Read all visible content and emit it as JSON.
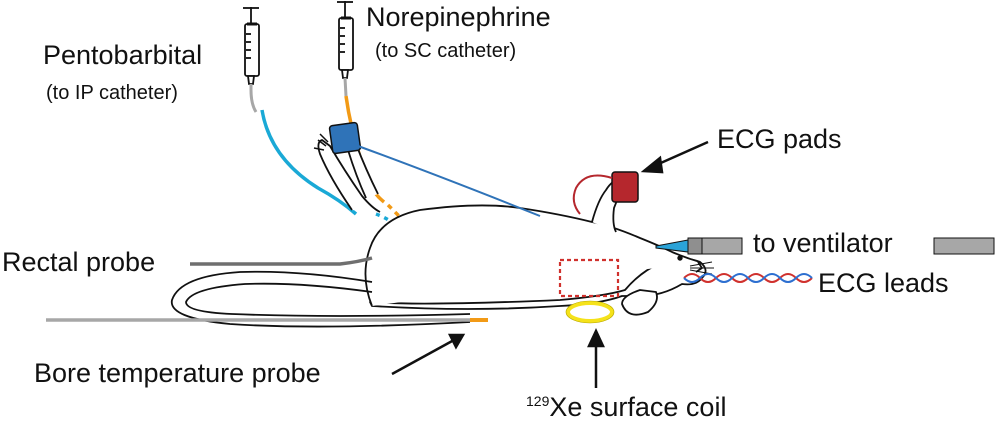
{
  "labels": {
    "pentobarbital": "Pentobarbital",
    "pentobarbital_sub": "(to IP catheter)",
    "norepinephrine": "Norepinephrine",
    "norepinephrine_sub": "(to SC catheter)",
    "ecg_pads": "ECG pads",
    "to_ventilator": "to ventilator",
    "ecg_leads": "ECG leads",
    "rectal_probe": "Rectal probe",
    "bore_probe": "Bore temperature probe",
    "coil_sup": "129",
    "coil": "Xe surface coil"
  },
  "colors": {
    "ip_line": "#1aa9d6",
    "sc_line": "#f29a16",
    "ecg_pad_blue": "#2f73b8",
    "ecg_pad_red": "#b5272d",
    "coil": "#f5e21a",
    "ventilator_tip": "#2aa3d8",
    "tube_gray": "#a7a7a7",
    "lead_red": "#d0312d",
    "lead_blue": "#2d6fd0",
    "region_box": "#d0312d"
  }
}
